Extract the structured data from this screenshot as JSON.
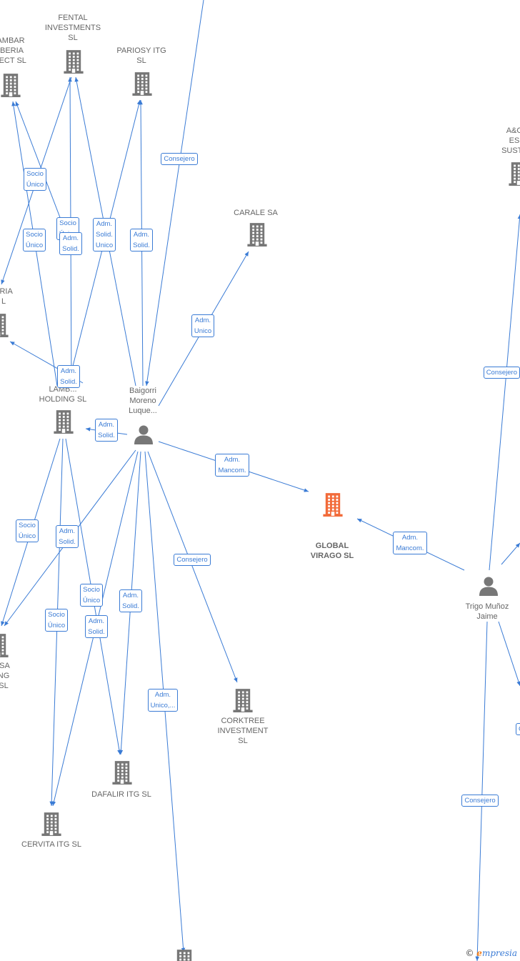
{
  "colors": {
    "edge": "#3a7bd5",
    "company": "#777777",
    "main_company": "#f26b3a",
    "person": "#777777"
  },
  "nodes": [
    {
      "id": "fental",
      "type": "company",
      "label": "FENTAL\nINVESTMENTS\nSL"
    },
    {
      "id": "pariosy",
      "type": "company",
      "label": "PARIOSY ITG\nSL"
    },
    {
      "id": "ambar",
      "type": "company",
      "label": "AMBAR\nIBERIA\nJECT  SL"
    },
    {
      "id": "carale",
      "type": "company",
      "label": "CARALE SA"
    },
    {
      "id": "eria",
      "type": "company",
      "label": "ERIA\nL"
    },
    {
      "id": "lamb",
      "type": "company",
      "label": "LAMB...\nHOLDING  SL"
    },
    {
      "id": "global",
      "type": "company_main",
      "label": "GLOBAL\nVIRAGO  SL"
    },
    {
      "id": "aco",
      "type": "company",
      "label": "A&C\nES\nSUSTA"
    },
    {
      "id": "isa",
      "type": "company",
      "label": "ISA\nNG\nSL"
    },
    {
      "id": "corktree",
      "type": "company",
      "label": "CORKTREE\nINVESTMENT\nSL"
    },
    {
      "id": "dafalir",
      "type": "company",
      "label": "DAFALIR ITG  SL"
    },
    {
      "id": "cervita",
      "type": "company",
      "label": "CERVITA ITG  SL"
    },
    {
      "id": "bottom",
      "type": "company",
      "label": ""
    },
    {
      "id": "baigorri",
      "type": "person",
      "label": "Baigorri\nMoreno\nLuque..."
    },
    {
      "id": "trigo",
      "type": "person",
      "label": "Trigo Muñoz\nJaime"
    }
  ],
  "edge_labels": [
    "Consejero",
    "Socio\nÚnico",
    "Socio\nÚnico",
    "Socio\nÚnico",
    "Adm.\nSolid.",
    "Adm.\nSolid.\nUnico",
    "Adm.\nSolid.",
    "Adm.\nUnico",
    "Adm.\nSolid.",
    "Adm.\nSolid.",
    "Adm.\nMancom.",
    "Adm.\nMancom.",
    "Consejero",
    "Socio\nÚnico",
    "Adm.\nSolid.",
    "Socio\nÚnico",
    "Socio\nÚnico",
    "Adm.\nSolid.",
    "Adm.\nSolid.",
    "Consejero",
    "Adm.\nUnico,...",
    "Consejero",
    "Consejero"
  ],
  "watermark": {
    "copyright": "©",
    "brand_e": "e",
    "brand_rest": "mpresia"
  }
}
